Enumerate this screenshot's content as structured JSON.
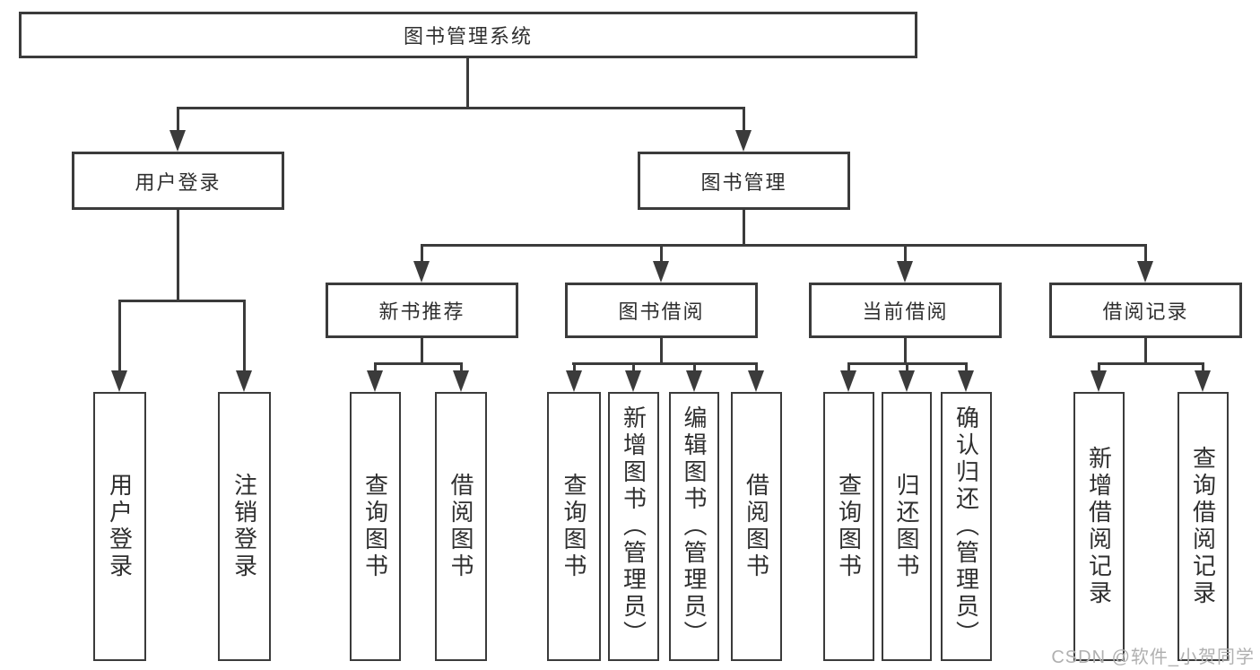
{
  "tree": {
    "label": "图书管理系统",
    "children": [
      {
        "label": "用户登录",
        "children": [
          {
            "label": "用户登录"
          },
          {
            "label": "注销登录"
          }
        ]
      },
      {
        "label": "图书管理",
        "children": [
          {
            "label": "新书推荐",
            "children": [
              {
                "label": "查询图书"
              },
              {
                "label": "借阅图书"
              }
            ]
          },
          {
            "label": "图书借阅",
            "children": [
              {
                "label": "查询图书"
              },
              {
                "label": "新增图书（管理员）"
              },
              {
                "label": "编辑图书（管理员）"
              },
              {
                "label": "借阅图书"
              }
            ]
          },
          {
            "label": "当前借阅",
            "children": [
              {
                "label": "查询图书"
              },
              {
                "label": "归还图书"
              },
              {
                "label": "确认归还（管理员）"
              }
            ]
          },
          {
            "label": "借阅记录",
            "children": [
              {
                "label": "新增借阅记录"
              },
              {
                "label": "查询借阅记录"
              }
            ]
          }
        ]
      }
    ]
  },
  "watermark": {
    "text": "CSDN @软件_小贺同学"
  },
  "colors": {
    "line": "#3b3b3b",
    "text": "#2f2f2f",
    "background": "#ffffff",
    "watermark": "#b0b0b0"
  }
}
